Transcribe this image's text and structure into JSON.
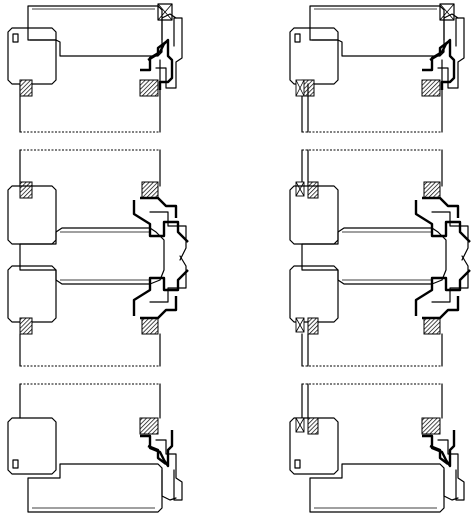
{
  "diagram": {
    "labels": [],
    "details": [
      {
        "id": "top-left",
        "variant": "single-glazed",
        "kind": "head"
      },
      {
        "id": "top-right",
        "variant": "double-glazed",
        "kind": "head"
      },
      {
        "id": "middle-left",
        "variant": "single-glazed",
        "kind": "mullion"
      },
      {
        "id": "middle-right",
        "variant": "double-glazed",
        "kind": "mullion"
      },
      {
        "id": "bottom-left",
        "variant": "single-glazed",
        "kind": "sill"
      },
      {
        "id": "bottom-right",
        "variant": "double-glazed",
        "kind": "sill"
      }
    ],
    "colors": {
      "line": "#000000",
      "background": "#ffffff"
    }
  }
}
